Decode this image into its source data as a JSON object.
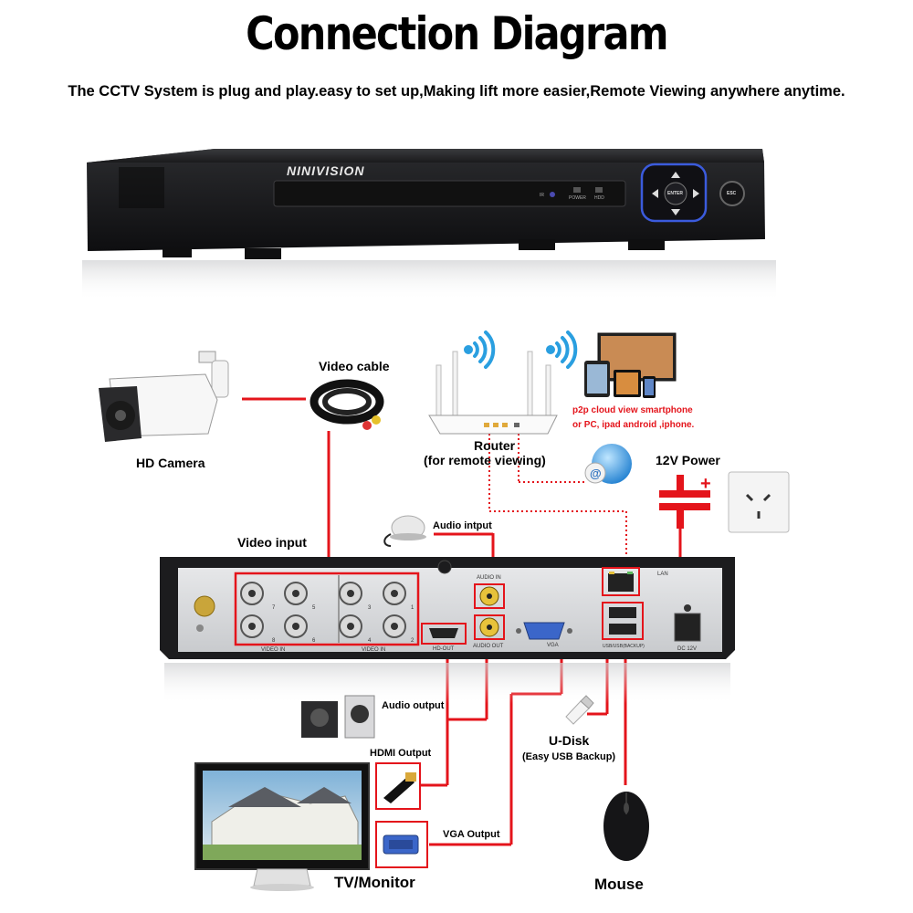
{
  "header": {
    "title": "Connection Diagram",
    "subtitle": "The CCTV System is plug and play.easy to set up,Making lift more easier,Remote Viewing anywhere anytime."
  },
  "dvr": {
    "brand": "NINIVISION",
    "front_leds": [
      "IR",
      "POWER",
      "HDD"
    ],
    "enter_label": "ENTER",
    "esc_label": "ESC",
    "rear_labels": {
      "video_in": "VIDEO IN",
      "audio_in": "AUDIO IN",
      "audio_out": "AUDIO OUT",
      "hd_out": "HD-OUT",
      "vga": "VGA",
      "lan": "LAN",
      "usb": "USB/USB(BACKUP)",
      "dc": "DC 12V",
      "port_numbers": [
        "7",
        "5",
        "3",
        "1",
        "8",
        "6",
        "4",
        "2"
      ]
    }
  },
  "labels": {
    "video_cable": "Video cable",
    "hd_camera": "HD Camera",
    "router": "Router",
    "router_sub": "(for remote viewing)",
    "p2p_line1": "p2p cloud  view smartphone",
    "p2p_line2": "or PC, ipad android ,iphone.",
    "power_12v": "12V Power",
    "video_input": "Video input",
    "audio_input": "Audio intput",
    "audio_output": "Audio output",
    "hdmi_output": "HDMI Output",
    "vga_output": "VGA Output",
    "udisk": "U-Disk",
    "udisk_sub": "(Easy USB Backup)",
    "tv_monitor": "TV/Monitor",
    "mouse": "Mouse"
  },
  "colors": {
    "connector_red": "#e4141b",
    "dvr_body": "#1b1b1d",
    "rear_panel": "#d8dadc",
    "wifi_blue": "#2a9fe0",
    "button_blue": "#3b5bdc"
  }
}
